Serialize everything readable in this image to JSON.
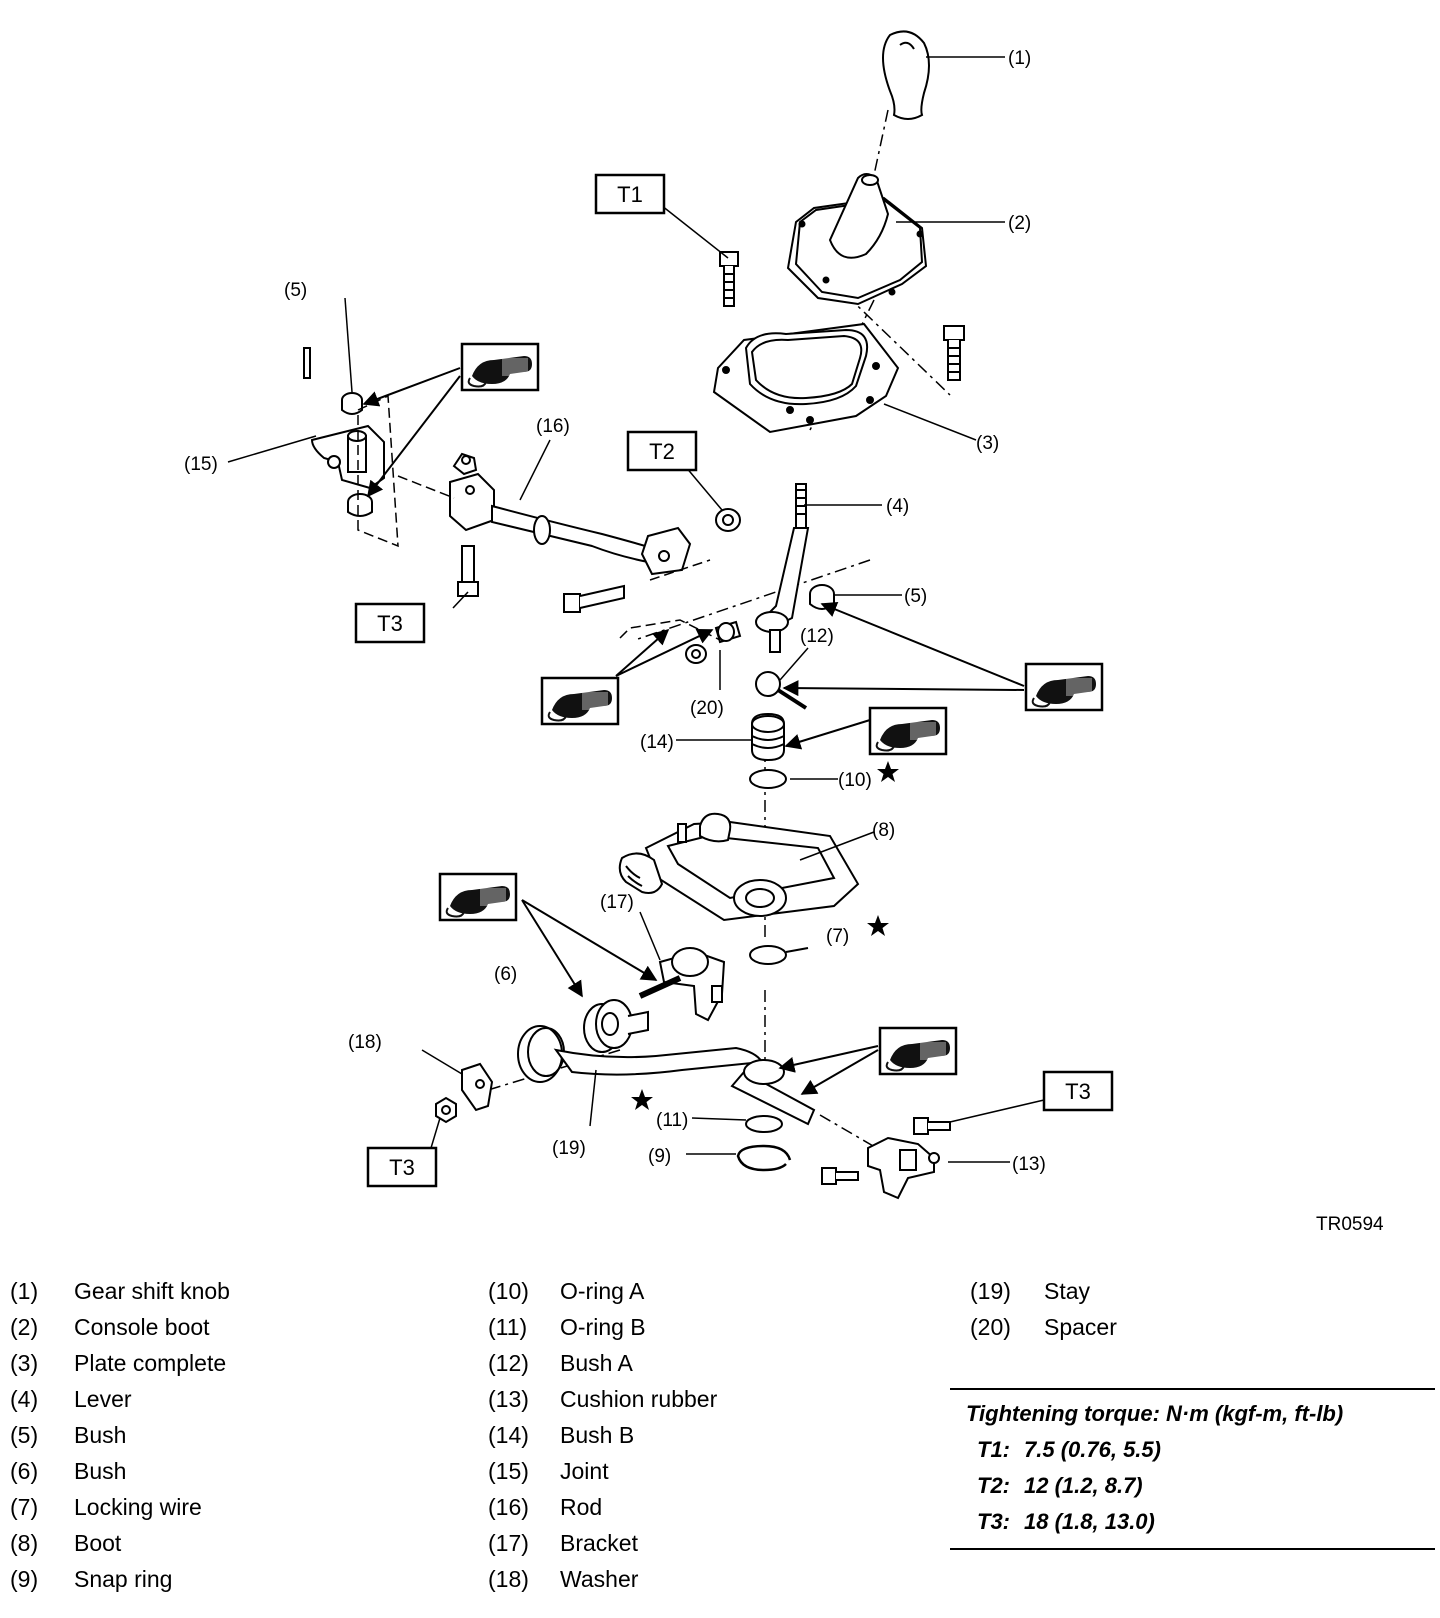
{
  "diagram": {
    "callouts": {
      "c1": "(1)",
      "c2": "(2)",
      "c3": "(3)",
      "c4": "(4)",
      "c5a": "(5)",
      "c5b": "(5)",
      "c6": "(6)",
      "c7": "(7)",
      "c8": "(8)",
      "c9": "(9)",
      "c10": "(10)",
      "c11": "(11)",
      "c12": "(12)",
      "c13": "(13)",
      "c14": "(14)",
      "c15": "(15)",
      "c16": "(16)",
      "c17": "(17)",
      "c18": "(18)",
      "c19": "(19)",
      "c20": "(20)"
    },
    "torque_boxes": {
      "t1": "T1",
      "t2": "T2",
      "t3a": "T3",
      "t3b": "T3",
      "t3c": "T3"
    },
    "reference": "TR0594"
  },
  "legend": {
    "col1": [
      {
        "num": "(1)",
        "label": "Gear shift knob"
      },
      {
        "num": "(2)",
        "label": "Console boot"
      },
      {
        "num": "(3)",
        "label": "Plate complete"
      },
      {
        "num": "(4)",
        "label": "Lever"
      },
      {
        "num": "(5)",
        "label": "Bush"
      },
      {
        "num": "(6)",
        "label": "Bush"
      },
      {
        "num": "(7)",
        "label": "Locking wire"
      },
      {
        "num": "(8)",
        "label": "Boot"
      },
      {
        "num": "(9)",
        "label": "Snap ring"
      }
    ],
    "col2": [
      {
        "num": "(10)",
        "label": "O-ring A"
      },
      {
        "num": "(11)",
        "label": "O-ring B"
      },
      {
        "num": "(12)",
        "label": "Bush A"
      },
      {
        "num": "(13)",
        "label": "Cushion rubber"
      },
      {
        "num": "(14)",
        "label": "Bush B"
      },
      {
        "num": "(15)",
        "label": "Joint"
      },
      {
        "num": "(16)",
        "label": "Rod"
      },
      {
        "num": "(17)",
        "label": "Bracket"
      },
      {
        "num": "(18)",
        "label": "Washer"
      }
    ],
    "col3": [
      {
        "num": "(19)",
        "label": "Stay"
      },
      {
        "num": "(20)",
        "label": "Spacer"
      }
    ]
  },
  "torque": {
    "title": "Tightening torque: N·m (kgf-m, ft-lb)",
    "rows": [
      {
        "key": "T1:",
        "value": "7.5 (0.76, 5.5)"
      },
      {
        "key": "T2:",
        "value": "12 (1.2, 8.7)"
      },
      {
        "key": "T3:",
        "value": "18 (1.8, 13.0)"
      }
    ]
  }
}
